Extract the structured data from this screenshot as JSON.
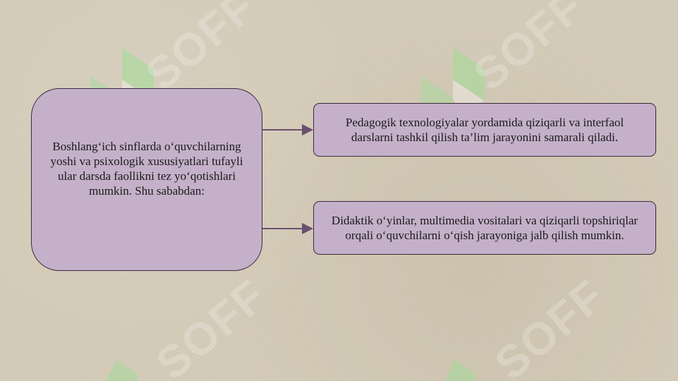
{
  "watermark": {
    "text": "SOFF"
  },
  "diagram": {
    "source": {
      "text": "Boshlang‘ich sinflarda o‘quvchilarning yoshi va psixologik xususiyatlari tufayli ular darsda faollikni tez yo‘qotishlari mumkin. Shu sababdan:"
    },
    "targets": [
      {
        "text": "Pedagogik texnologiyalar yordamida qiziqarli va interfaol darslarni tashkil qilish ta’lim jarayonini samarali qiladi."
      },
      {
        "text": "Didaktik o‘yinlar, multimedia vositalari va qiziqarli topshiriqlar orqali o‘quvchilarni o‘qish jarayoniga jalb qilish mumkin."
      }
    ]
  },
  "colors": {
    "background": "#d4cbb8",
    "box_fill": "#c4b0c9",
    "box_border": "#3a2a3e",
    "arrow": "#6a4f6e",
    "watermark_green": "#9fd39a"
  }
}
